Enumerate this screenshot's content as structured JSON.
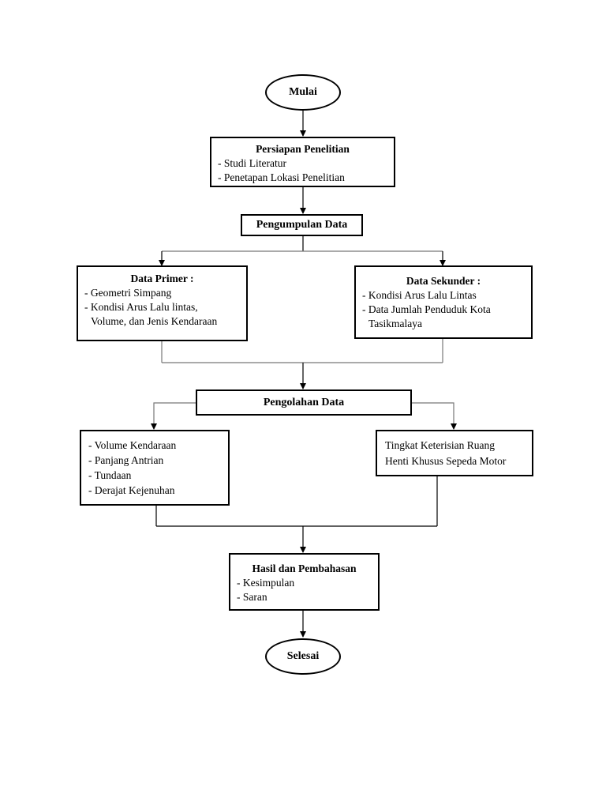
{
  "diagram": {
    "start": "Mulai",
    "persiapan": {
      "title": "Persiapan Penelitian",
      "items": [
        "- Studi Literatur",
        "- Penetapan Lokasi Penelitian"
      ]
    },
    "pengumpulan": "Pengumpulan Data",
    "primer": {
      "title": "Data Primer :",
      "items": [
        "- Geometri Simpang",
        "- Kondisi Arus Lalu lintas,",
        "Volume, dan Jenis Kendaraan"
      ]
    },
    "sekunder": {
      "title": "Data Sekunder :",
      "items": [
        "- Kondisi Arus Lalu Lintas",
        "- Data Jumlah Penduduk Kota",
        "Tasikmalaya"
      ]
    },
    "pengolahan": "Pengolahan Data",
    "analisis_left": {
      "items": [
        "- Volume Kendaraan",
        "- Panjang Antrian",
        "- Tundaan",
        "- Derajat Kejenuhan"
      ]
    },
    "analisis_right": {
      "items": [
        "Tingkat Keterisian Ruang",
        "Henti Khusus Sepeda Motor"
      ]
    },
    "hasil": {
      "title": "Hasil dan Pembahasan",
      "items": [
        "- Kesimpulan",
        "- Saran"
      ]
    },
    "end": "Selesai"
  }
}
